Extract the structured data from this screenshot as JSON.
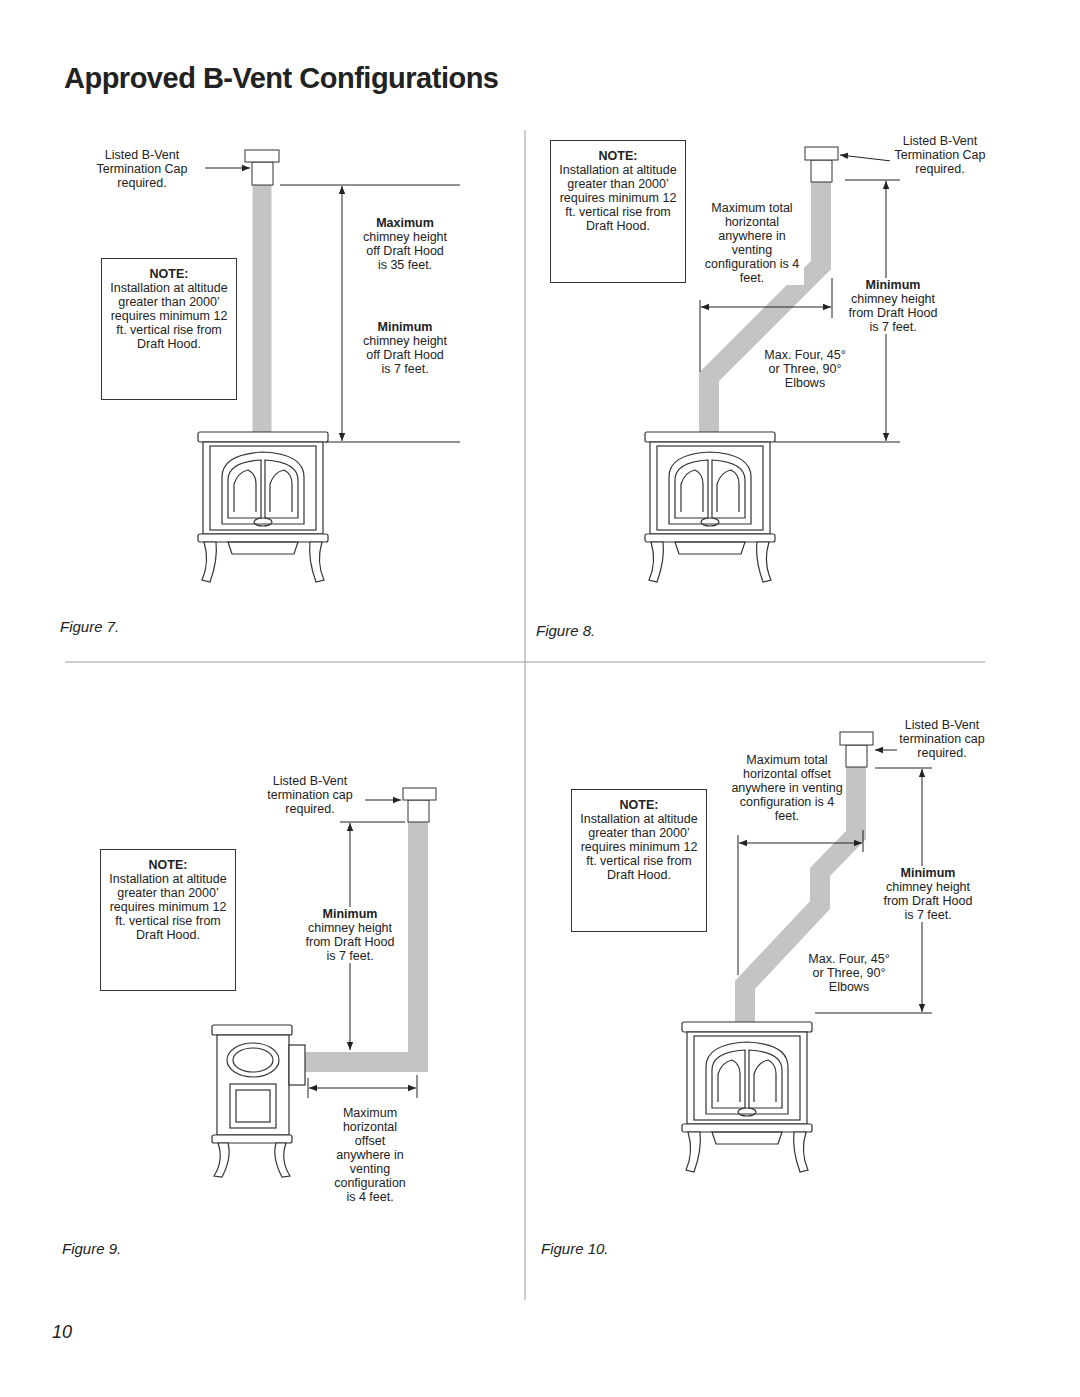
{
  "diagram": {
    "title": "Approved B-Vent Configurations",
    "nodes": [
      {
        "text": [
          "NOTE:",
          "Installation at altitude greater than 2000’ requires minimum 12 ft. vertical rise from Draft Hood."
        ]
      },
      {
        "text": [
          "NOTE:",
          "Installation at altitude greater than 2000’ requires minimum 12 ft. vertical rise from Draft Hood."
        ]
      },
      {
        "text": [
          "NOTE:",
          "Installation at altitude greater than 2000’ requires minimum 12 ft. vertical rise from Draft Hood."
        ]
      },
      {
        "text": [
          "NOTE:",
          "Installation at altitude greater than 2000’ requires minimum 12 ft. vertical rise from Draft Hood."
        ]
      }
    ],
    "labels": [
      "Listed B-Vent Termination Cap required.",
      "Maximum",
      "chimney height off Draft Hood is 35 feet.",
      "Minimum",
      "chimney height off Draft Hood is 7 feet.",
      "Figure 7.",
      "Listed B-Vent Termination Cap required.",
      "Maximum total horizontal anywhere in venting configuration is 4 feet.",
      "Minimum",
      "chimney height from Draft Hood is 7 feet.",
      "Max. Four, 45° or Three, 90° Elbows",
      "Figure 8.",
      "Listed B-Vent termination cap required.",
      "Minimum",
      "chimney height from Draft Hood is 7 feet.",
      "Maximum horizontal offset anywhere in venting configuration is 4 feet.",
      "Figure 9.",
      "Listed B-Vent termination cap required.",
      "Maximum total horizontal offset anywhere in venting configuration is 4 feet.",
      "Minimum",
      "chimney height from Draft Hood is 7 feet.",
      "Max. Four, 45° or Three, 90° Elbows",
      "Figure 10.",
      "10"
    ]
  }
}
